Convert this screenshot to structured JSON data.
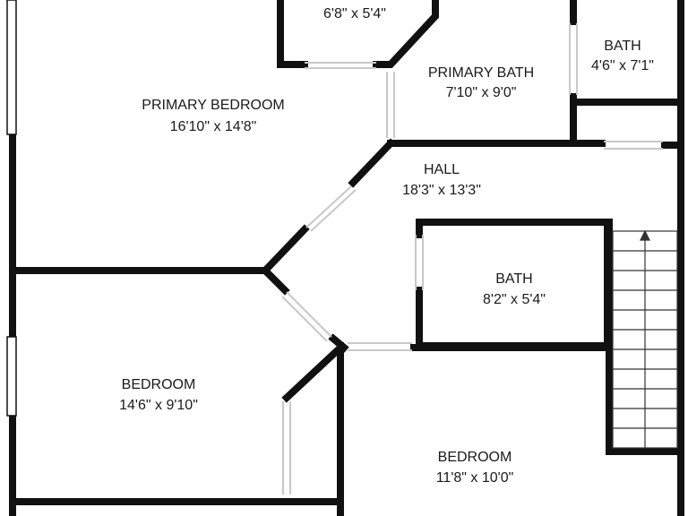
{
  "floorplan": {
    "rooms": [
      {
        "id": "closet",
        "name": "",
        "dims": "6'8\" x 5'4\""
      },
      {
        "id": "primary-bedroom",
        "name": "PRIMARY BEDROOM",
        "dims": "16'10\" x 14'8\""
      },
      {
        "id": "primary-bath",
        "name": "PRIMARY BATH",
        "dims": "7'10\" x 9'0\""
      },
      {
        "id": "bath-top-right",
        "name": "BATH",
        "dims": "4'6\" x 7'1\""
      },
      {
        "id": "hall",
        "name": "HALL",
        "dims": "18'3\" x 13'3\""
      },
      {
        "id": "bath-center",
        "name": "BATH",
        "dims": "8'2\" x 5'4\""
      },
      {
        "id": "bedroom-left",
        "name": "BEDROOM",
        "dims": "14'6\" x 9'10\""
      },
      {
        "id": "bedroom-bottom",
        "name": "BEDROOM",
        "dims": "11'8\" x 10'0\""
      }
    ],
    "colors": {
      "wall": "#111111",
      "background": "#ffffff",
      "opening": "#d9d9d9"
    }
  }
}
